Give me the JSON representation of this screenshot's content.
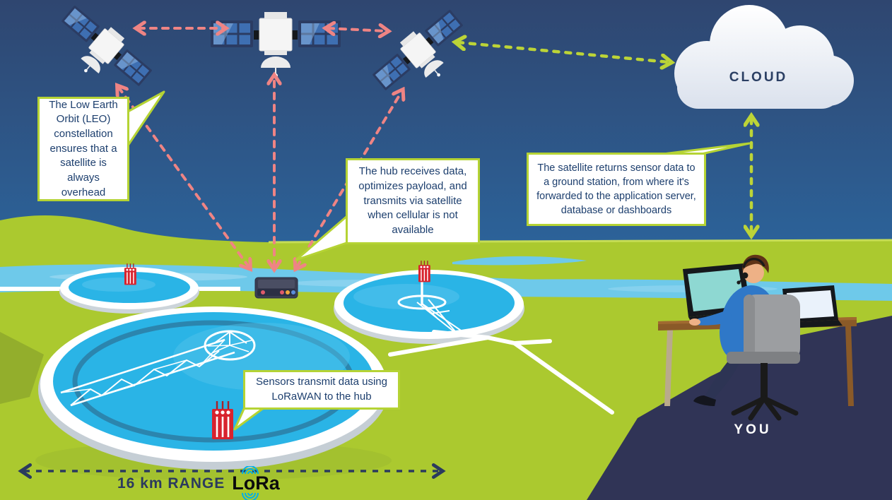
{
  "title": "LoRaWAN satellite IoT infographic",
  "labels": {
    "cloud": "CLOUD",
    "you": "YOU",
    "range": "16 km RANGE",
    "lora": "LoRa"
  },
  "callouts": {
    "leo": "The Low Earth Orbit (LEO) constellation ensures that a satellite is always overhead",
    "hub": "The hub receives data, optimizes payload, and transmits via satellite when cellular is not available",
    "ground_station": "The satellite returns sensor data to a ground station, from where it's forwarded to the application server, database or dashboards",
    "sensors": "Sensors transmit data using LoRaWAN to the hub"
  },
  "palette": {
    "sky_top": "#2f4670",
    "sky_bottom": "#2980c4",
    "land_green": "#abc92f",
    "land_edge_light": "#c6dd55",
    "river_blue": "#6ec9ea",
    "tank_water": "#2ab4e6",
    "tank_ring": "#2b85ae",
    "ground_navy": "#303456",
    "arrow_pink": "#ef8484",
    "arrow_green": "#bcd437",
    "arrow_navy": "#2b3a5e",
    "callout_border": "#b5d334",
    "callout_text": "#1d3f6e",
    "sensor_red": "#d8232e",
    "lora_cyan": "#00b0e8",
    "cloud_fill": "#e9eef6"
  }
}
